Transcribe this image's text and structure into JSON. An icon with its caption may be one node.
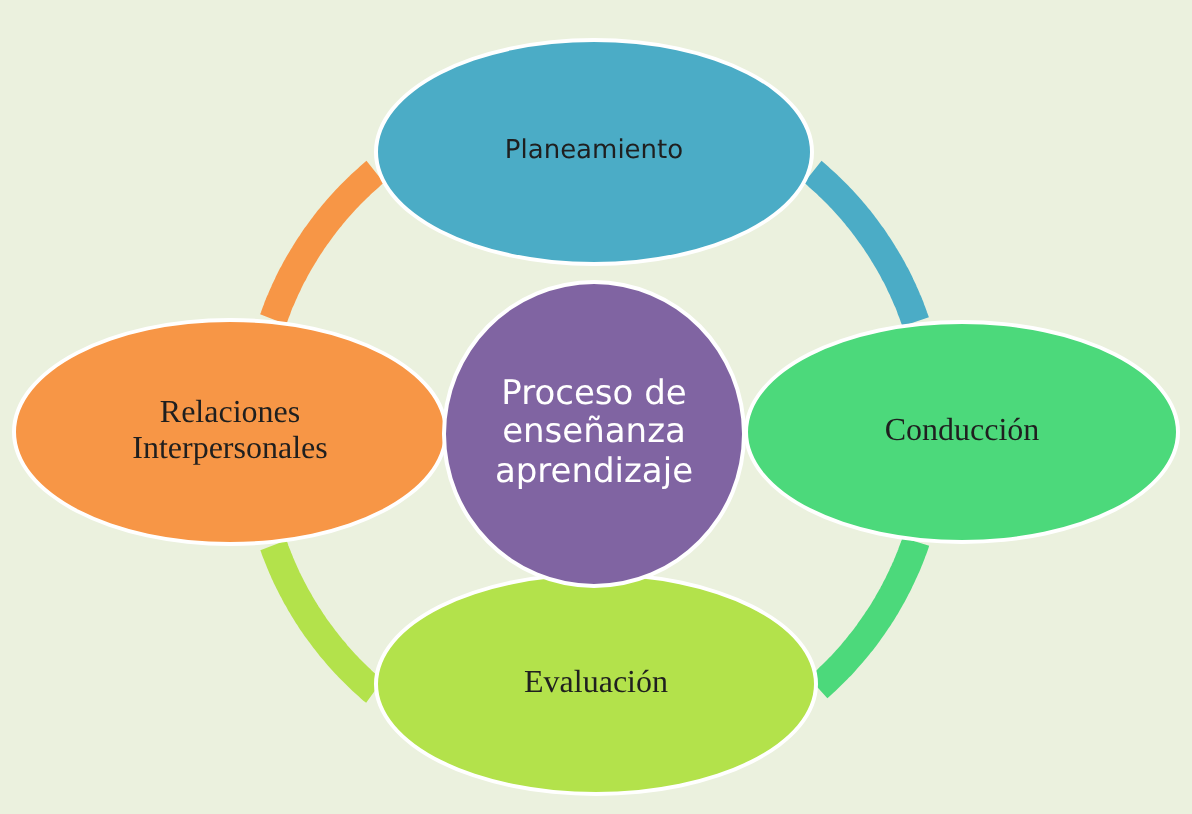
{
  "diagram": {
    "nodes": [
      {
        "text": [
          "Planeamiento"
        ]
      },
      {
        "text": [
          "Conducción"
        ]
      },
      {
        "text": [
          "Evaluación"
        ]
      },
      {
        "text": [
          "Relaciones Interpersonales"
        ]
      },
      {
        "text": [
          "Proceso de enseñanza aprendizaje"
        ]
      }
    ],
    "edges": [
      {
        "from": 0,
        "to": 1,
        "arrow": "none",
        "color": "#4bacc6"
      },
      {
        "from": 1,
        "to": 2,
        "arrow": "none",
        "color": "#4cd97b"
      },
      {
        "from": 2,
        "to": 3,
        "arrow": "none",
        "color": "#b3e24b"
      },
      {
        "from": 3,
        "to": 0,
        "arrow": "none",
        "color": "#f79646"
      }
    ]
  }
}
